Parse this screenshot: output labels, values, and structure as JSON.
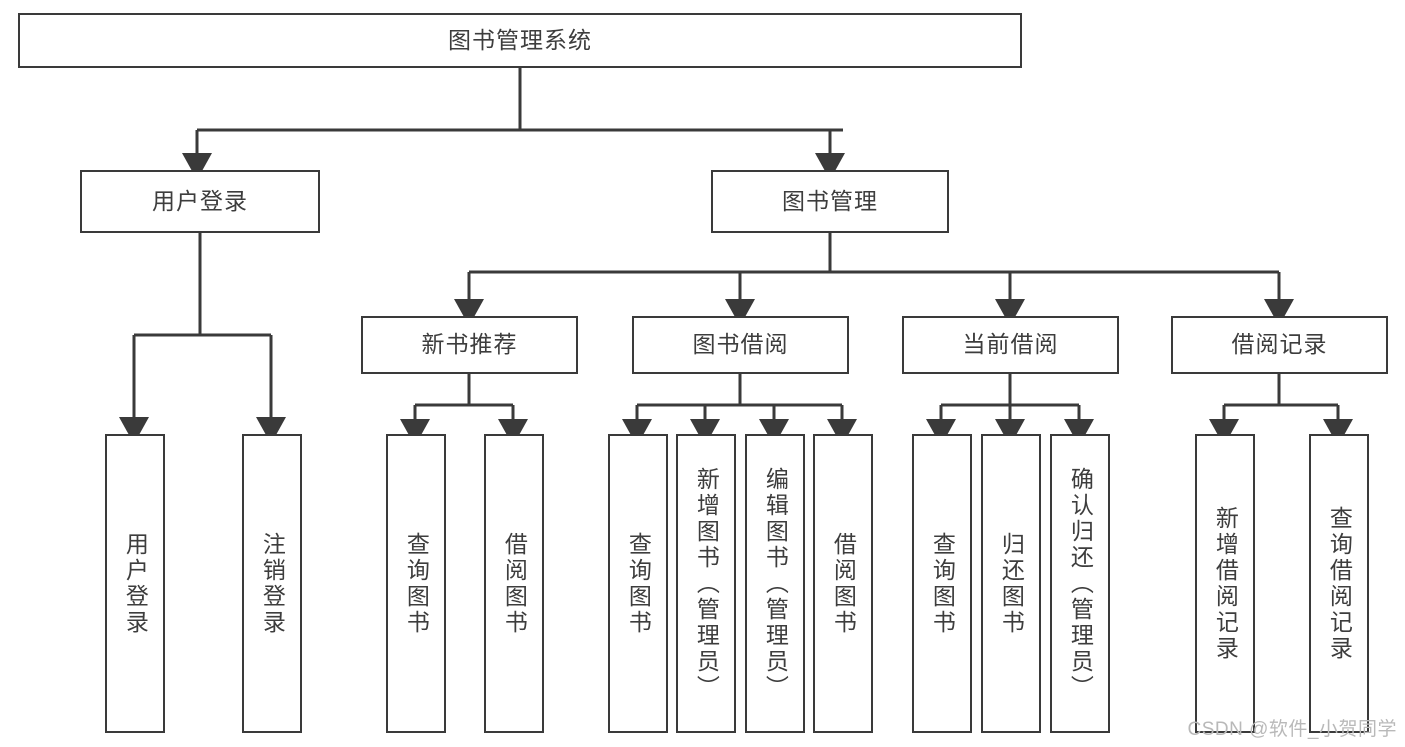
{
  "diagram": {
    "type": "tree",
    "title": "图书管理系统",
    "stroke_color": "#3a3a3a",
    "text_color": "#3d3d3d",
    "background": "#ffffff",
    "nodes": {
      "root": {
        "label": "图书管理系统"
      },
      "level2": [
        {
          "id": "user-login",
          "label": "用户登录"
        },
        {
          "id": "book-manage",
          "label": "图书管理"
        }
      ],
      "level3": [
        {
          "id": "new-book-recommend",
          "label": "新书推荐"
        },
        {
          "id": "book-borrow",
          "label": "图书借阅"
        },
        {
          "id": "current-borrow",
          "label": "当前借阅"
        },
        {
          "id": "borrow-record",
          "label": "借阅记录"
        }
      ],
      "leaves": {
        "user-login": [
          {
            "id": "leaf-user-login",
            "label": "用户登录"
          },
          {
            "id": "leaf-logout",
            "label": "注销登录"
          }
        ],
        "new-book-recommend": [
          {
            "id": "leaf-query-book-1",
            "label": "查询图书"
          },
          {
            "id": "leaf-borrow-book-1",
            "label": "借阅图书"
          }
        ],
        "book-borrow": [
          {
            "id": "leaf-query-book-2",
            "label": "查询图书"
          },
          {
            "id": "leaf-add-book",
            "label": "新增图书（管理员）"
          },
          {
            "id": "leaf-edit-book",
            "label": "编辑图书（管理员）"
          },
          {
            "id": "leaf-borrow-book-2",
            "label": "借阅图书"
          }
        ],
        "current-borrow": [
          {
            "id": "leaf-query-book-3",
            "label": "查询图书"
          },
          {
            "id": "leaf-return-book",
            "label": "归还图书"
          },
          {
            "id": "leaf-confirm-return",
            "label": "确认归还（管理员）"
          }
        ],
        "borrow-record": [
          {
            "id": "leaf-add-record",
            "label": "新增借阅记录"
          },
          {
            "id": "leaf-query-record",
            "label": "查询借阅记录"
          }
        ]
      }
    },
    "watermark": "CSDN @软件_小贺同学"
  }
}
